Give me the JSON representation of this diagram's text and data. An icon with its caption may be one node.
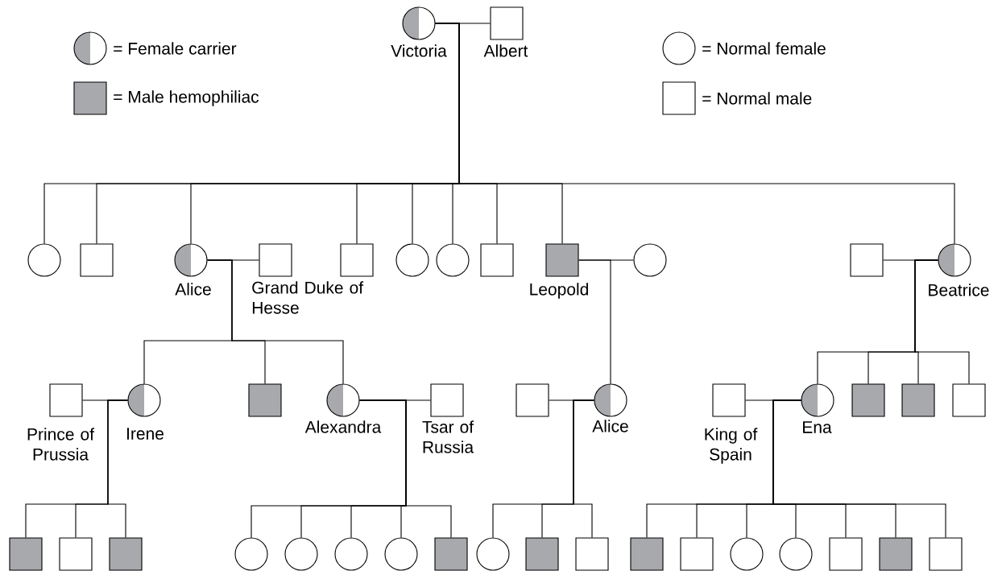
{
  "diagram": {
    "nodes": [
      {
        "text": [
          "Victoria"
        ]
      },
      {
        "text": [
          "Albert"
        ]
      },
      {
        "text": [],
        "shape": "circle"
      },
      {
        "text": [],
        "shape": "box"
      },
      {
        "text": [
          "Alice"
        ]
      },
      {
        "text": [
          "Grand Duke of Hesse"
        ]
      },
      {
        "text": [],
        "shape": "box"
      },
      {
        "text": [],
        "shape": "circle"
      },
      {
        "text": [],
        "shape": "circle"
      },
      {
        "text": [],
        "shape": "box"
      },
      {
        "text": [
          "Leopold"
        ]
      },
      {
        "text": [],
        "shape": "circle"
      },
      {
        "text": [],
        "shape": "box"
      },
      {
        "text": [
          "Beatrice"
        ]
      },
      {
        "text": [
          "Prince of Prussia"
        ]
      },
      {
        "text": [
          "Irene"
        ]
      },
      {
        "text": [],
        "shape": "box"
      },
      {
        "text": [
          "Alexandra"
        ]
      },
      {
        "text": [
          "Tsar of Russia"
        ]
      },
      {
        "text": [],
        "shape": "box"
      },
      {
        "text": [
          "Alice"
        ]
      },
      {
        "text": [
          "King of Spain"
        ]
      },
      {
        "text": [
          "Ena"
        ]
      },
      {
        "text": [],
        "shape": "box"
      },
      {
        "text": [],
        "shape": "box"
      },
      {
        "text": [],
        "shape": "box"
      },
      {
        "text": [],
        "shape": "box"
      },
      {
        "text": [],
        "shape": "box"
      },
      {
        "text": [],
        "shape": "box"
      },
      {
        "text": [],
        "shape": "circle"
      },
      {
        "text": [],
        "shape": "circle"
      },
      {
        "text": [],
        "shape": "circle"
      },
      {
        "text": [],
        "shape": "circle"
      },
      {
        "text": [],
        "shape": "box"
      },
      {
        "text": [],
        "shape": "circle"
      },
      {
        "text": [],
        "shape": "box"
      },
      {
        "text": [],
        "shape": "box"
      },
      {
        "text": [],
        "shape": "box"
      },
      {
        "text": [],
        "shape": "box"
      },
      {
        "text": [],
        "shape": "circle"
      },
      {
        "text": [],
        "shape": "circle"
      },
      {
        "text": [],
        "shape": "box"
      },
      {
        "text": [],
        "shape": "box"
      },
      {
        "text": [],
        "shape": "box"
      }
    ],
    "edges": [
      {
        "from": 0,
        "to": 1,
        "arrow": "none"
      },
      {
        "from": 0,
        "to": 2,
        "arrow": "none"
      },
      {
        "from": 0,
        "to": 3,
        "arrow": "none"
      },
      {
        "from": 0,
        "to": 4,
        "arrow": "none"
      },
      {
        "from": 0,
        "to": 6,
        "arrow": "none"
      },
      {
        "from": 0,
        "to": 7,
        "arrow": "none"
      },
      {
        "from": 0,
        "to": 8,
        "arrow": "none"
      },
      {
        "from": 0,
        "to": 9,
        "arrow": "none"
      },
      {
        "from": 0,
        "to": 10,
        "arrow": "none"
      },
      {
        "from": 0,
        "to": 13,
        "arrow": "none"
      },
      {
        "from": 4,
        "to": 5,
        "arrow": "none"
      },
      {
        "from": 10,
        "to": 11,
        "arrow": "none"
      },
      {
        "from": 12,
        "to": 13,
        "arrow": "none"
      },
      {
        "from": 4,
        "to": 15,
        "arrow": "none"
      },
      {
        "from": 4,
        "to": 16,
        "arrow": "none"
      },
      {
        "from": 4,
        "to": 17,
        "arrow": "none"
      },
      {
        "from": 10,
        "to": 20,
        "arrow": "none"
      },
      {
        "from": 13,
        "to": 22,
        "arrow": "none"
      },
      {
        "from": 13,
        "to": 23,
        "arrow": "none"
      },
      {
        "from": 13,
        "to": 24,
        "arrow": "none"
      },
      {
        "from": 13,
        "to": 25,
        "arrow": "none"
      },
      {
        "from": 14,
        "to": 15,
        "arrow": "none"
      },
      {
        "from": 17,
        "to": 18,
        "arrow": "none"
      },
      {
        "from": 19,
        "to": 20,
        "arrow": "none"
      },
      {
        "from": 21,
        "to": 22,
        "arrow": "none"
      },
      {
        "from": 15,
        "to": 26,
        "arrow": "none"
      },
      {
        "from": 15,
        "to": 27,
        "arrow": "none"
      },
      {
        "from": 15,
        "to": 28,
        "arrow": "none"
      },
      {
        "from": 17,
        "to": 29,
        "arrow": "none"
      },
      {
        "from": 17,
        "to": 30,
        "arrow": "none"
      },
      {
        "from": 17,
        "to": 31,
        "arrow": "none"
      },
      {
        "from": 17,
        "to": 32,
        "arrow": "none"
      },
      {
        "from": 17,
        "to": 33,
        "arrow": "none"
      },
      {
        "from": 20,
        "to": 34,
        "arrow": "none"
      },
      {
        "from": 20,
        "to": 35,
        "arrow": "none"
      },
      {
        "from": 20,
        "to": 36,
        "arrow": "none"
      },
      {
        "from": 22,
        "to": 37,
        "arrow": "none"
      },
      {
        "from": 22,
        "to": 38,
        "arrow": "none"
      },
      {
        "from": 22,
        "to": 39,
        "arrow": "none"
      },
      {
        "from": 22,
        "to": 40,
        "arrow": "none"
      },
      {
        "from": 22,
        "to": 41,
        "arrow": "none"
      },
      {
        "from": 22,
        "to": 42,
        "arrow": "none"
      },
      {
        "from": 22,
        "to": 43,
        "arrow": "none"
      }
    ],
    "legend": [
      {
        "text": "= Female carrier"
      },
      {
        "text": "= Male hemophiliac",
        "color": "#a7a9ac"
      },
      {
        "text": "= Normal female"
      },
      {
        "text": "= Normal male"
      }
    ]
  }
}
